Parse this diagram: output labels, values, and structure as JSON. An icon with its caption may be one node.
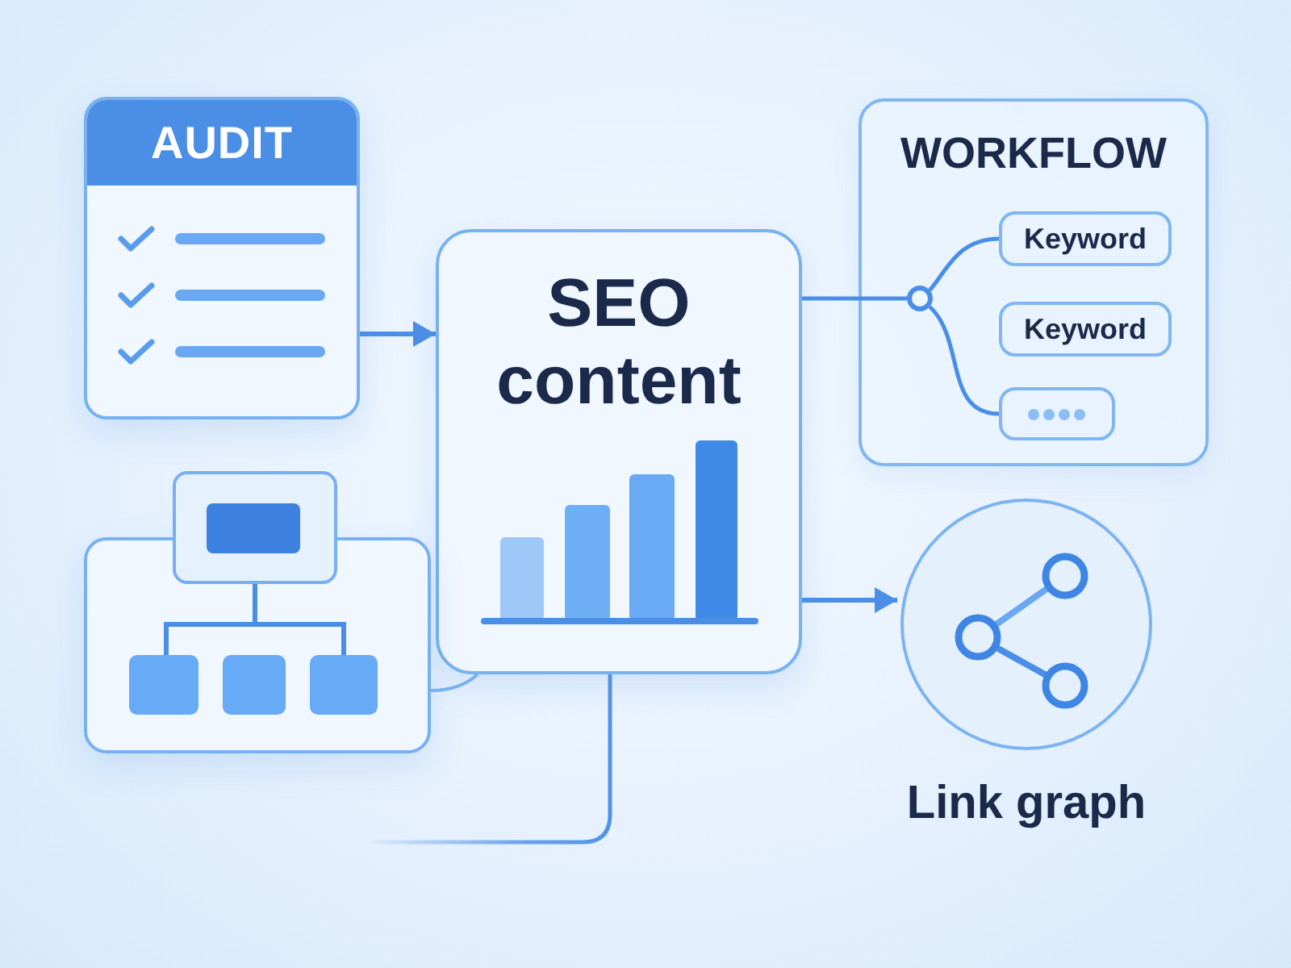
{
  "diagram": {
    "nodes": [
      {
        "text": [
          "AUDIT"
        ]
      },
      {
        "text": [
          "SEO content"
        ]
      },
      {
        "text": [
          "WORKFLOW"
        ]
      },
      {
        "text": [],
        "shape": "circle",
        "in": 2
      },
      {
        "text": [
          "Keyword"
        ],
        "in": 2
      },
      {
        "text": [
          "Keyword"
        ],
        "in": 2
      },
      {
        "text": [],
        "shape": "box",
        "in": 2
      },
      {
        "text": [],
        "shape": "box"
      },
      {
        "text": [
          "Link graph"
        ]
      }
    ],
    "edges": [
      {
        "from": 0,
        "to": 1,
        "arrow": "to"
      },
      {
        "from": 1,
        "to": 3,
        "arrow": "none"
      },
      {
        "from": 3,
        "to": 4,
        "arrow": "none"
      },
      {
        "from": 3,
        "to": 6,
        "arrow": "none"
      },
      {
        "from": 1,
        "to": 8,
        "arrow": "to"
      },
      {
        "from": 1,
        "to": null,
        "arrow": "none"
      },
      {
        "from": 7,
        "to": 1,
        "arrow": "none",
        "color": "#78b1f0"
      }
    ]
  }
}
